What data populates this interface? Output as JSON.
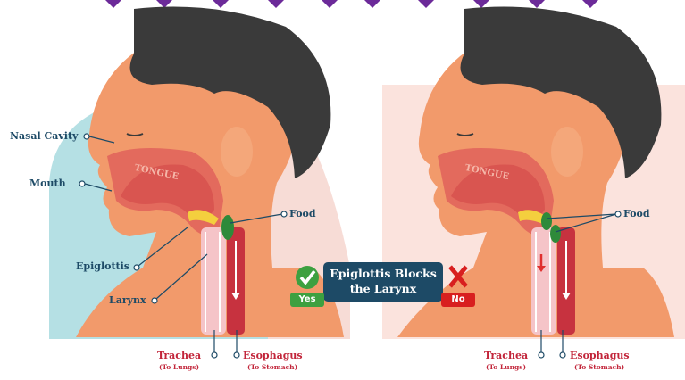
{
  "left_labels": {
    "nasal_cavity": "Nasal Cavity",
    "mouth": "Mouth",
    "epiglottis": "Epiglottis",
    "larynx": "Larynx",
    "food": "Food",
    "trachea": "Trachea",
    "trachea_sub": "(To Lungs)",
    "esophagus": "Esophagus",
    "esophagus_sub": "(To Stomach)",
    "tongue": "TONGUE"
  },
  "right_labels": {
    "food": "Food",
    "trachea": "Trachea",
    "trachea_sub": "(To Lungs)",
    "esophagus": "Esophagus",
    "esophagus_sub": "(To Stomach)",
    "tongue": "TONGUE"
  },
  "center": {
    "banner_line1": "Epiglottis Blocks",
    "banner_line2": "the Larynx",
    "yes_label": "Yes",
    "no_label": "No",
    "yes_icon": "checkmark-icon",
    "no_icon": "x-mark-icon"
  },
  "colors": {
    "label_blue": "#1d4a66",
    "label_red": "#c2253a",
    "yes_green": "#3da040",
    "no_red": "#d81f1f",
    "top_chevrons": "#6c2a99"
  }
}
